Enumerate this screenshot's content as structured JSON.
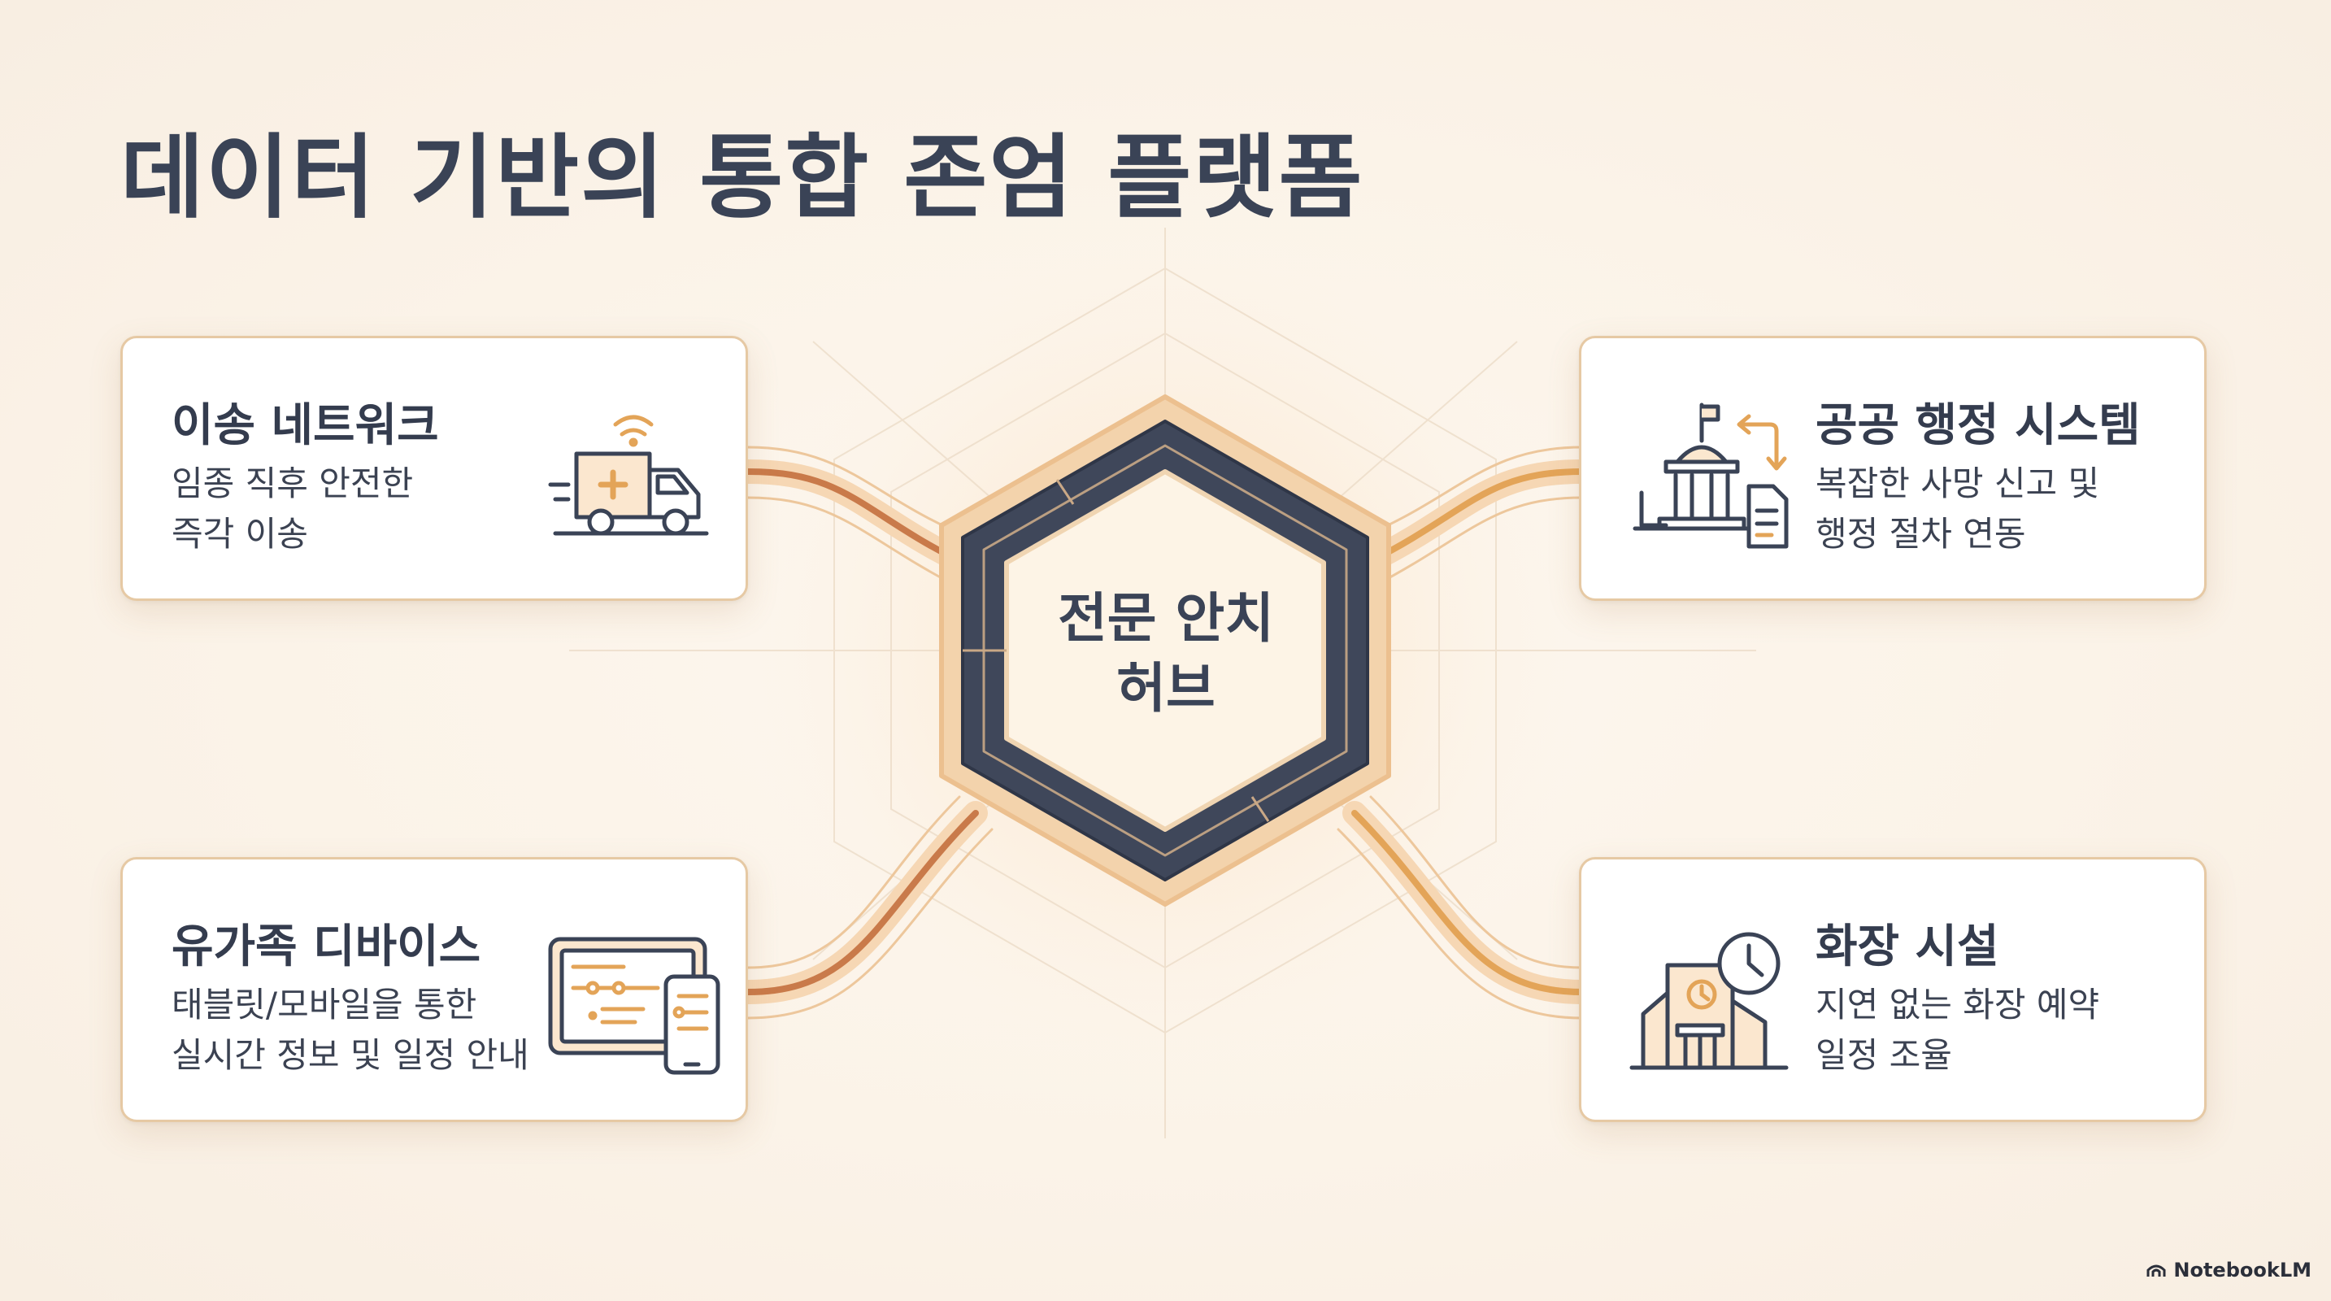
{
  "title": "데이터 기반의 통합 존엄 플랫폼",
  "hub": {
    "line1": "전문 안치",
    "line2": "허브"
  },
  "cards": {
    "transport": {
      "title": "이송 네트워크",
      "desc1": "임종 직후 안전한",
      "desc2": "즉각 이송",
      "icon": "ambulance-icon"
    },
    "public": {
      "title": "공공 행정 시스템",
      "desc1": "복잡한 사망 신고 및",
      "desc2": "행정 절차 연동",
      "icon": "government-building-icon"
    },
    "family": {
      "title": "유가족 디바이스",
      "desc1": "태블릿/모바일을 통한",
      "desc2": "실시간 정보 및 일정 안내",
      "icon": "tablet-mobile-icon"
    },
    "crem": {
      "title": "화장 시설",
      "desc1": "지연 없는 화장 예약",
      "desc2": "일정 조율",
      "icon": "crematorium-clock-icon"
    }
  },
  "brand": "NotebookLM",
  "colors": {
    "accent": "#e3a458",
    "accent_dark": "#c97a4a",
    "hub_ring": "#3a4356",
    "text": "#343c4e"
  }
}
